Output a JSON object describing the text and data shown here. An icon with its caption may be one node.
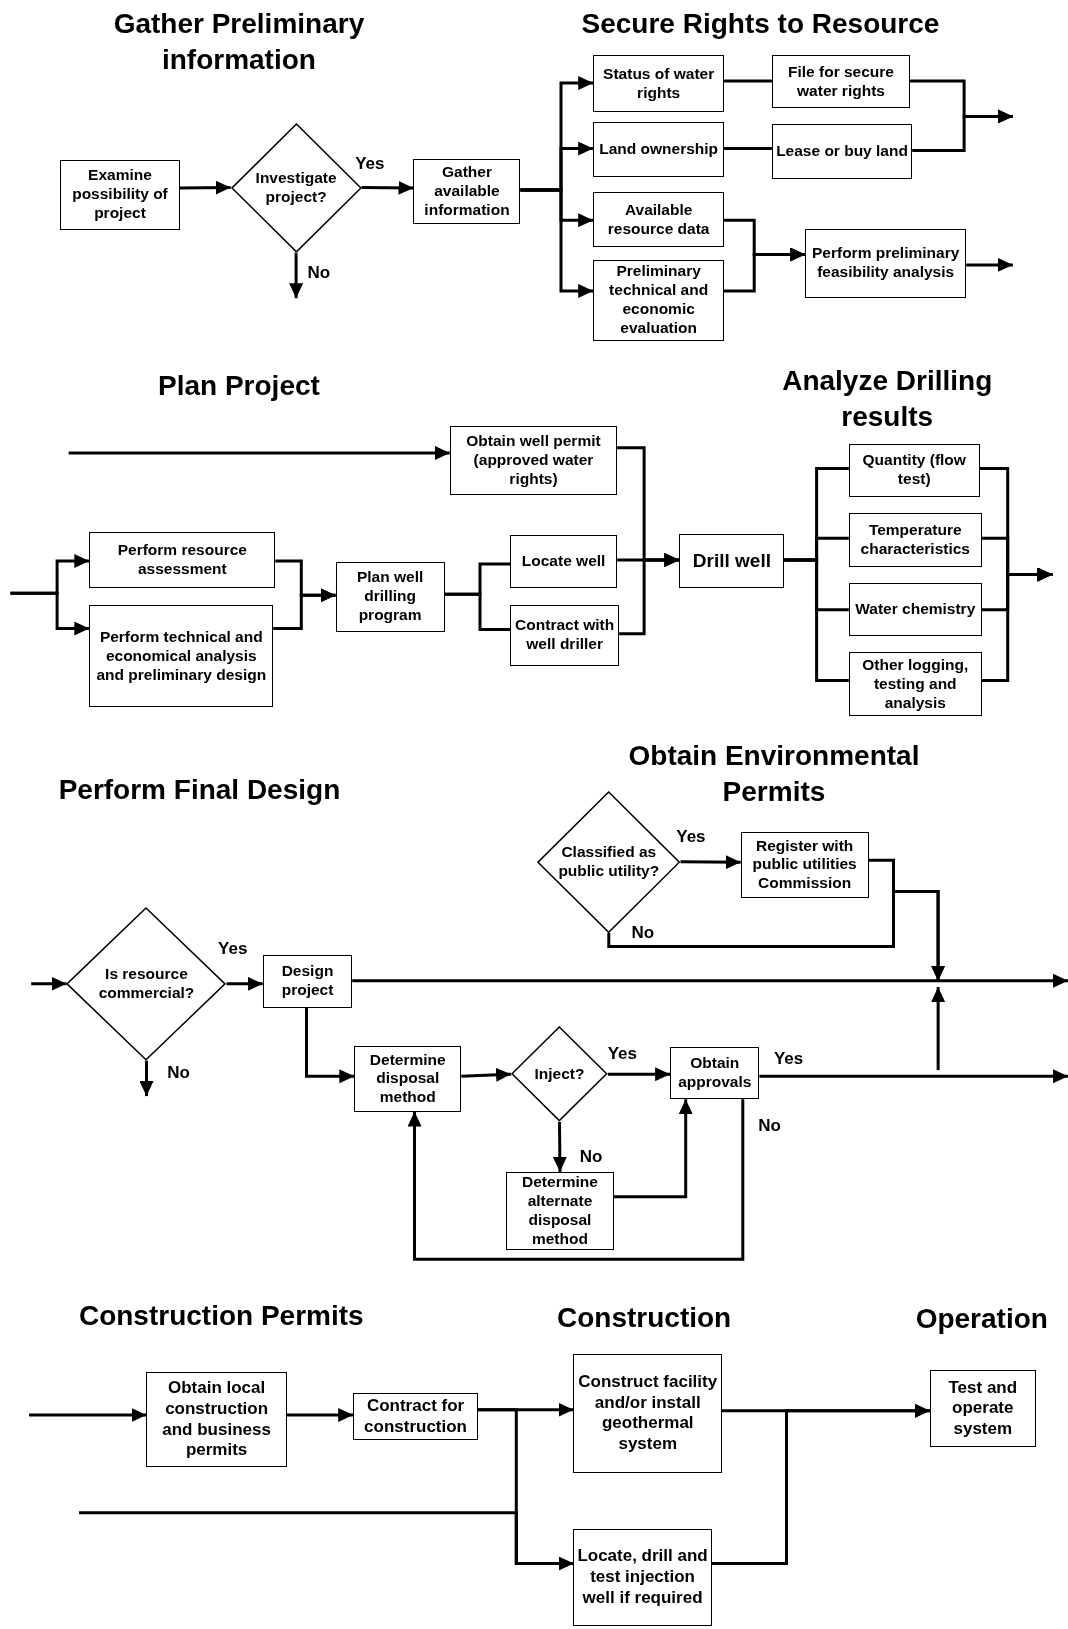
{
  "diagram": {
    "nodes": [
      {
        "text": [
          "Examine possibility of project"
        ]
      },
      {
        "text": [
          "Investigate project?"
        ]
      },
      {
        "text": [
          "Gather available information"
        ]
      },
      {
        "text": [
          "Status of water rights"
        ]
      },
      {
        "text": [
          "Land ownership"
        ]
      },
      {
        "text": [
          "Available resource data"
        ]
      },
      {
        "text": [
          "Preliminary technical and economic evaluation"
        ]
      },
      {
        "text": [
          "File for secure water rights"
        ]
      },
      {
        "text": [
          "Lease or buy land"
        ]
      },
      {
        "text": [
          "Perform preliminary feasibility analysis"
        ]
      },
      {
        "text": [
          "Obtain well permit (approved water rights)"
        ]
      },
      {
        "text": [
          "Perform resource assessment"
        ]
      },
      {
        "text": [
          "Perform technical and economical analysis and preliminary design"
        ]
      },
      {
        "text": [
          "Plan well drilling program"
        ]
      },
      {
        "text": [
          "Locate well"
        ]
      },
      {
        "text": [
          "Contract with well driller"
        ]
      },
      {
        "text": [
          "Drill well"
        ]
      },
      {
        "text": [
          "Quantity (flow test)"
        ]
      },
      {
        "text": [
          "Temperature characteristics"
        ]
      },
      {
        "text": [
          "Water chemistry"
        ]
      },
      {
        "text": [
          "Other logging, testing and analysis"
        ]
      },
      {
        "text": [
          "Classified as public utility?"
        ]
      },
      {
        "text": [
          "Register with public utilities Commission"
        ]
      },
      {
        "text": [
          "Is resource commercial?"
        ]
      },
      {
        "text": [
          "Design project"
        ]
      },
      {
        "text": [
          "Determine disposal method"
        ]
      },
      {
        "text": [
          "Inject?"
        ]
      },
      {
        "text": [
          "Obtain approvals"
        ]
      },
      {
        "text": [
          "Determine alternate disposal method"
        ]
      },
      {
        "text": [
          "Obtain local construction and business permits"
        ]
      },
      {
        "text": [
          "Contract for construction"
        ]
      },
      {
        "text": [
          "Construct facility and/or install geothermal system"
        ]
      },
      {
        "text": [
          "Test and operate system"
        ]
      },
      {
        "text": [
          "Locate, drill and test injection well if required"
        ]
      }
    ],
    "edges": [
      {
        "from": 0,
        "to": 1,
        "arrow": "to"
      },
      {
        "from": 1,
        "to": 2,
        "arrow": "to",
        "label": "Yes"
      },
      {
        "from": 1,
        "to": null,
        "arrow": "to",
        "label": "No"
      },
      {
        "from": 2,
        "to": 3,
        "arrow": "to"
      },
      {
        "from": 2,
        "to": 4,
        "arrow": "to"
      },
      {
        "from": 2,
        "to": 5,
        "arrow": "to"
      },
      {
        "from": 2,
        "to": 6,
        "arrow": "to"
      },
      {
        "from": 3,
        "to": 7,
        "arrow": "none"
      },
      {
        "from": 4,
        "to": 8,
        "arrow": "none"
      },
      {
        "from": 7,
        "to": null,
        "arrow": "to"
      },
      {
        "from": 8,
        "to": null,
        "arrow": "to"
      },
      {
        "from": 5,
        "to": 9,
        "arrow": "to"
      },
      {
        "from": 6,
        "to": 9,
        "arrow": "to"
      },
      {
        "from": 9,
        "to": null,
        "arrow": "to"
      },
      {
        "from": null,
        "to": 10,
        "arrow": "to"
      },
      {
        "from": null,
        "to": 11,
        "arrow": "to"
      },
      {
        "from": null,
        "to": 12,
        "arrow": "to"
      },
      {
        "from": 11,
        "to": 13,
        "arrow": "to"
      },
      {
        "from": 12,
        "to": 13,
        "arrow": "to"
      },
      {
        "from": 13,
        "to": 14,
        "arrow": "none"
      },
      {
        "from": 13,
        "to": 15,
        "arrow": "none"
      },
      {
        "from": 10,
        "to": 16,
        "arrow": "to"
      },
      {
        "from": 14,
        "to": 16,
        "arrow": "to"
      },
      {
        "from": 15,
        "to": 16,
        "arrow": "to"
      },
      {
        "from": 16,
        "to": 17,
        "arrow": "none"
      },
      {
        "from": 16,
        "to": 18,
        "arrow": "none"
      },
      {
        "from": 16,
        "to": 19,
        "arrow": "none"
      },
      {
        "from": 16,
        "to": 20,
        "arrow": "none"
      },
      {
        "from": 17,
        "to": null,
        "arrow": "to"
      },
      {
        "from": 18,
        "to": null,
        "arrow": "to"
      },
      {
        "from": 19,
        "to": null,
        "arrow": "to"
      },
      {
        "from": 20,
        "to": null,
        "arrow": "to"
      },
      {
        "from": 21,
        "to": 22,
        "arrow": "to",
        "label": "Yes"
      },
      {
        "from": 21,
        "to": null,
        "arrow": "to",
        "label": "No"
      },
      {
        "from": 22,
        "to": null,
        "arrow": "to"
      },
      {
        "from": null,
        "to": 23,
        "arrow": "to"
      },
      {
        "from": 23,
        "to": 24,
        "arrow": "to",
        "label": "Yes"
      },
      {
        "from": 23,
        "to": null,
        "arrow": "to",
        "label": "No"
      },
      {
        "from": 24,
        "to": null,
        "arrow": "to"
      },
      {
        "from": 24,
        "to": 25,
        "arrow": "to"
      },
      {
        "from": 25,
        "to": 26,
        "arrow": "to"
      },
      {
        "from": 26,
        "to": 27,
        "arrow": "to",
        "label": "Yes"
      },
      {
        "from": 26,
        "to": 28,
        "arrow": "to",
        "label": "No"
      },
      {
        "from": 28,
        "to": 27,
        "arrow": "to"
      },
      {
        "from": 27,
        "to": null,
        "arrow": "to",
        "label": "Yes"
      },
      {
        "from": 27,
        "to": 25,
        "arrow": "to",
        "label": "No"
      },
      {
        "from": null,
        "to": 29,
        "arrow": "to"
      },
      {
        "from": 29,
        "to": 30,
        "arrow": "to"
      },
      {
        "from": 30,
        "to": 31,
        "arrow": "to"
      },
      {
        "from": 30,
        "to": 33,
        "arrow": "to"
      },
      {
        "from": null,
        "to": 33,
        "arrow": "to"
      },
      {
        "from": 31,
        "to": 32,
        "arrow": "to"
      },
      {
        "from": 33,
        "to": 32,
        "arrow": "to"
      }
    ],
    "labels": [
      "Gather Preliminary information",
      "Secure Rights to Resource",
      "Plan Project",
      "Analyze Drilling results",
      "Perform Final Design",
      "Obtain Environmental Permits",
      "Construction Permits",
      "Construction",
      "Operation"
    ]
  }
}
